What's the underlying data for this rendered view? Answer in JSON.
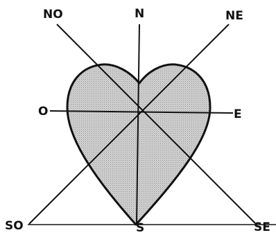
{
  "compass": {
    "north": "N",
    "northeast": "NE",
    "east": "E",
    "southeast": "SE",
    "south": "S",
    "southwest": "SO",
    "west": "O",
    "northwest": "NO"
  },
  "colors": {
    "ink": "#111111",
    "heart_fill": "#c9c9c9",
    "background": "#ffffff"
  }
}
